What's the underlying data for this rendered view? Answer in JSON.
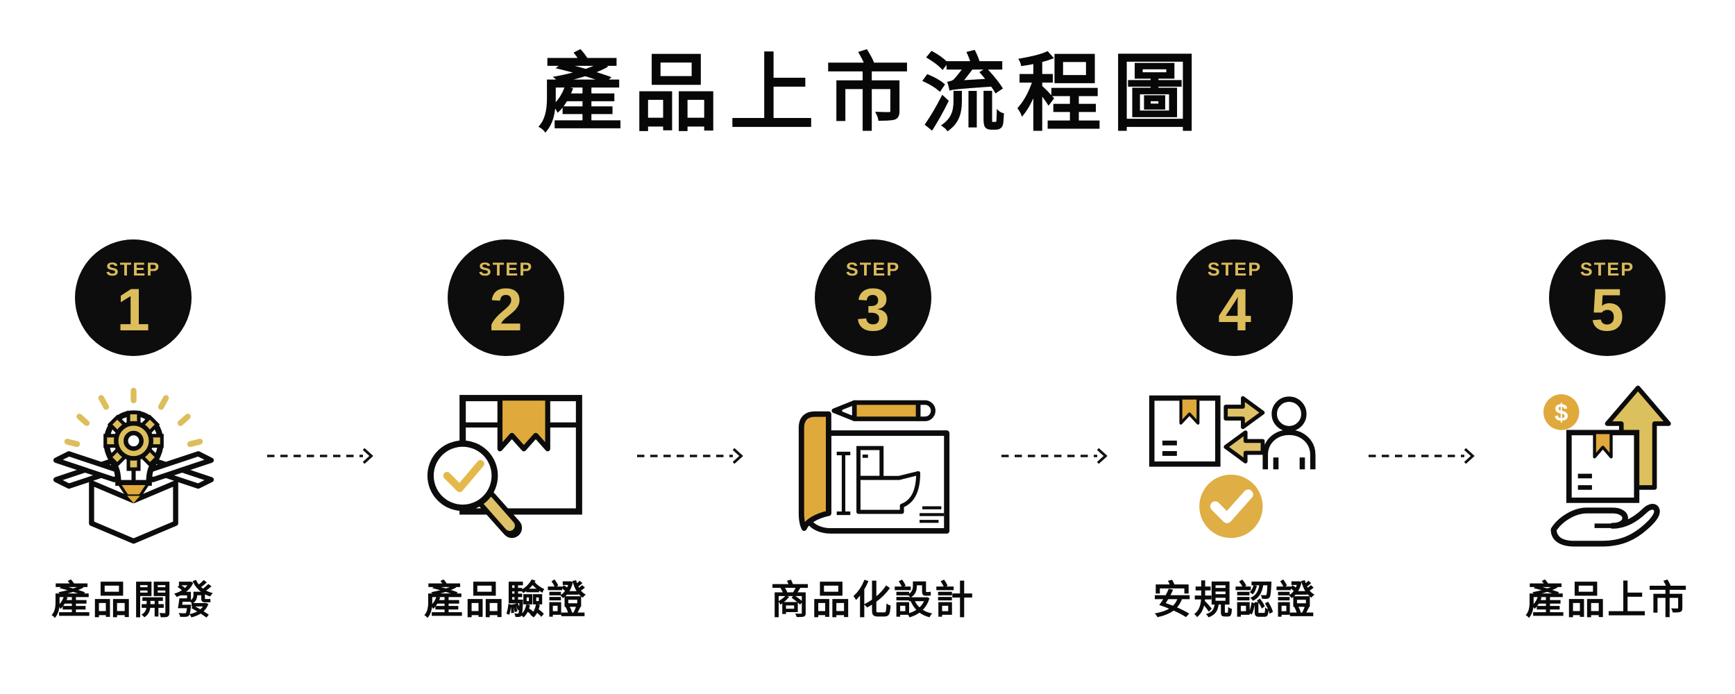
{
  "title": "產品上市流程圖",
  "colors": {
    "black": "#0d0d0d",
    "gold": "#DFA93C",
    "gold_soft": "#DDBE5C",
    "background": "#ffffff"
  },
  "steps": [
    {
      "badge_label": "STEP",
      "number": "1",
      "label": "產品開發",
      "icon": "idea-box-icon"
    },
    {
      "badge_label": "STEP",
      "number": "2",
      "label": "產品驗證",
      "icon": "package-inspection-icon"
    },
    {
      "badge_label": "STEP",
      "number": "3",
      "label": "商品化設計",
      "icon": "blueprint-design-icon"
    },
    {
      "badge_label": "STEP",
      "number": "4",
      "label": "安規認證",
      "icon": "certification-exchange-icon"
    },
    {
      "badge_label": "STEP",
      "number": "5",
      "label": "產品上市",
      "icon": "product-launch-icon",
      "coin_symbol": "$"
    }
  ],
  "connectors": {
    "count": 4,
    "style": "dashed",
    "direction": "right"
  }
}
